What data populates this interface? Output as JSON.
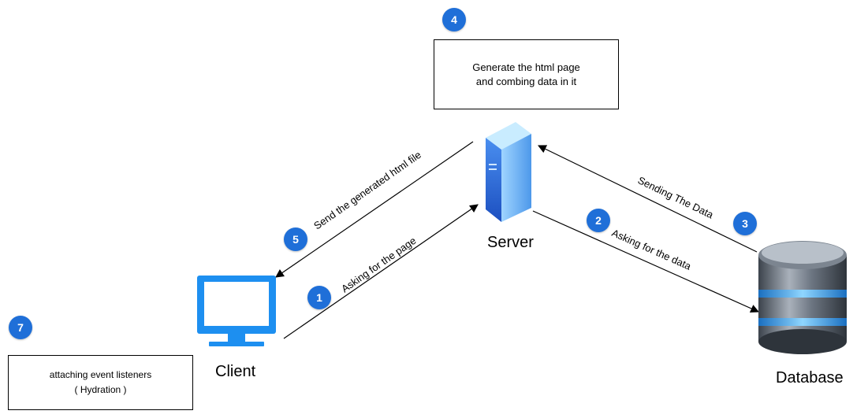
{
  "nodes": {
    "server": "Server",
    "client": "Client",
    "database": "Database"
  },
  "notes": {
    "generate_line1": "Generate the html page",
    "generate_line2": "and combing data in it",
    "hydration_line1": "attaching event listeners",
    "hydration_line2": "( Hydration )"
  },
  "edges": {
    "asking_page": "Asking for the page",
    "asking_data": "Asking for the data",
    "sending_data": "Sending The Data",
    "send_html": "Send the generated html file"
  },
  "steps": [
    "1",
    "2",
    "3",
    "4",
    "5",
    "7"
  ],
  "colors": {
    "badge": "#1f6fd8",
    "monitor": "#1d8ff0",
    "server_front": "#2f6fd8",
    "server_side": "#5aa8f5",
    "db_body": "#7b8592",
    "db_glow": "#4fb3ff"
  },
  "icons": {
    "server": "server-icon",
    "client": "monitor-icon",
    "database": "database-icon"
  }
}
